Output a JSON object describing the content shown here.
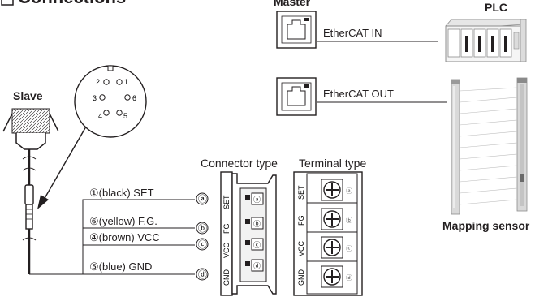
{
  "title": "Connections",
  "master": {
    "label": "Master",
    "port_in": "EtherCAT IN",
    "port_out": "EtherCAT OUT"
  },
  "plc": {
    "label": "PLC"
  },
  "slave": {
    "label": "Slave"
  },
  "mapping_sensor": {
    "label": "Mapping sensor"
  },
  "connector_pins": [
    "1",
    "2",
    "3",
    "4",
    "5",
    "6"
  ],
  "wires": [
    {
      "label": "①(black) SET",
      "terminal": "ⓐ",
      "signal": "SET"
    },
    {
      "label": "⑥(yellow) F.G.",
      "terminal": "ⓑ",
      "signal": "FG"
    },
    {
      "label": "④(brown) VCC",
      "terminal": "ⓒ",
      "signal": "VCC"
    },
    {
      "label": "⑤(blue) GND",
      "terminal": "ⓓ",
      "signal": "GND"
    }
  ],
  "connector_type": {
    "label": "Connector type"
  },
  "terminal_type": {
    "label": "Terminal type"
  },
  "terminal_marks": [
    "ⓐ",
    "ⓑ",
    "ⓒ",
    "ⓓ"
  ],
  "colors": {
    "ink": "#231f20",
    "accent_gray": "#8c8c8c",
    "connector_fill": "#e6e6e6"
  }
}
